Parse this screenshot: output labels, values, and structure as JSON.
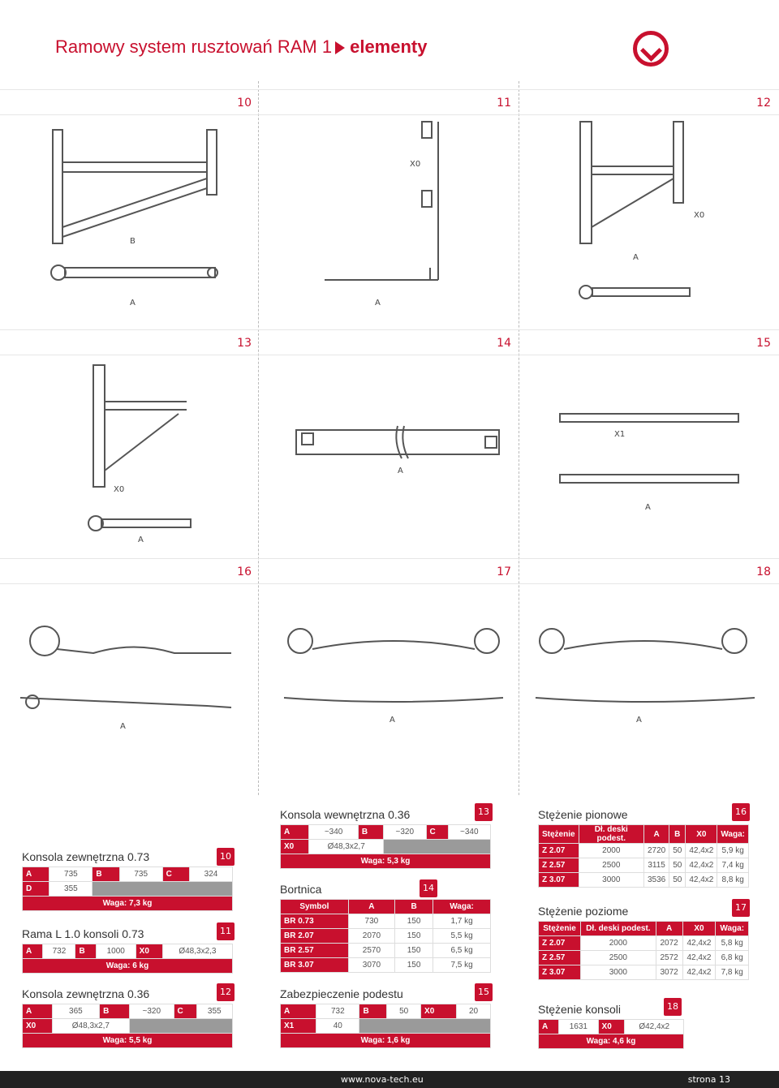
{
  "header": {
    "title_prefix": "Ramowy system rusztowań RAM 1",
    "title_bold": "elementy"
  },
  "sections": [
    {
      "id": "10",
      "label": "10"
    },
    {
      "id": "11",
      "label": "11"
    },
    {
      "id": "12",
      "label": "12"
    },
    {
      "id": "13",
      "label": "13"
    },
    {
      "id": "14",
      "label": "14"
    },
    {
      "id": "15",
      "label": "15"
    },
    {
      "id": "16",
      "label": "16"
    },
    {
      "id": "17",
      "label": "17"
    },
    {
      "id": "18",
      "label": "18"
    }
  ],
  "dimlabels": {
    "a": "A",
    "b": "B",
    "c": "C",
    "d": "D",
    "x0": "X0",
    "x1": "X1"
  },
  "tables": {
    "t10": {
      "title": "Konsola zewnętrzna 0.73",
      "num": "10",
      "rows": [
        [
          "A",
          "735",
          "B",
          "735",
          "C",
          "324"
        ],
        [
          "D",
          "355",
          "",
          "",
          "",
          ""
        ]
      ],
      "weight": "Waga: 7,3 kg"
    },
    "t11": {
      "title": "Rama L 1.0 konsoli 0.73",
      "num": "11",
      "rows": [
        [
          "A",
          "732",
          "B",
          "1000",
          "X0",
          "Ø48,3x2,3"
        ]
      ],
      "weight": "Waga: 6 kg"
    },
    "t12": {
      "title": "Konsola zewnętrzna 0.36",
      "num": "12",
      "rows": [
        [
          "A",
          "365",
          "B",
          "~320",
          "C",
          "355"
        ],
        [
          "X0",
          "Ø48,3x2,7",
          "",
          "",
          "",
          ""
        ]
      ],
      "weight": "Waga: 5,5 kg"
    },
    "t13": {
      "title": "Konsola wewnętrzna 0.36",
      "num": "13",
      "rows": [
        [
          "A",
          "~340",
          "B",
          "~320",
          "C",
          "~340"
        ],
        [
          "X0",
          "Ø48,3x2,7",
          "",
          "",
          "",
          ""
        ]
      ],
      "weight": "Waga: 5,3 kg"
    },
    "t14": {
      "title": "Bortnica",
      "num": "14",
      "head": [
        "Symbol",
        "A",
        "B",
        "Waga:"
      ],
      "rows": [
        [
          "BR 0.73",
          "730",
          "150",
          "1,7 kg"
        ],
        [
          "BR 2.07",
          "2070",
          "150",
          "5,5 kg"
        ],
        [
          "BR 2.57",
          "2570",
          "150",
          "6,5 kg"
        ],
        [
          "BR 3.07",
          "3070",
          "150",
          "7,5 kg"
        ]
      ]
    },
    "t15": {
      "title": "Zabezpieczenie podestu",
      "num": "15",
      "rows": [
        [
          "A",
          "732",
          "B",
          "50",
          "X0",
          "20"
        ],
        [
          "X1",
          "40",
          "",
          "",
          "",
          ""
        ]
      ],
      "weight": "Waga: 1,6 kg"
    },
    "t16": {
      "title": "Stężenie pionowe",
      "num": "16",
      "head": [
        "Stężenie",
        "Dł. deski podest.",
        "A",
        "B",
        "X0",
        "Waga:"
      ],
      "rows": [
        [
          "Z 2.07",
          "2000",
          "2720",
          "50",
          "42,4x2",
          "5,9 kg"
        ],
        [
          "Z 2.57",
          "2500",
          "3115",
          "50",
          "42,4x2",
          "7,4 kg"
        ],
        [
          "Z 3.07",
          "3000",
          "3536",
          "50",
          "42,4x2",
          "8,8 kg"
        ]
      ]
    },
    "t17": {
      "title": "Stężenie poziome",
      "num": "17",
      "head": [
        "Stężenie",
        "Dł. deski podest.",
        "A",
        "X0",
        "Waga:"
      ],
      "rows": [
        [
          "Z 2.07",
          "2000",
          "2072",
          "42,4x2",
          "5,8 kg"
        ],
        [
          "Z 2.57",
          "2500",
          "2572",
          "42,4x2",
          "6,8 kg"
        ],
        [
          "Z 3.07",
          "3000",
          "3072",
          "42,4x2",
          "7,8 kg"
        ]
      ]
    },
    "t18": {
      "title": "Stężenie konsoli",
      "num": "18",
      "rows": [
        [
          "A",
          "1631",
          "X0",
          "Ø42,4x2"
        ]
      ],
      "weight": "Waga: 4,6 kg"
    }
  },
  "footer": {
    "url": "www.nova-tech.eu",
    "page": "strona 13"
  }
}
